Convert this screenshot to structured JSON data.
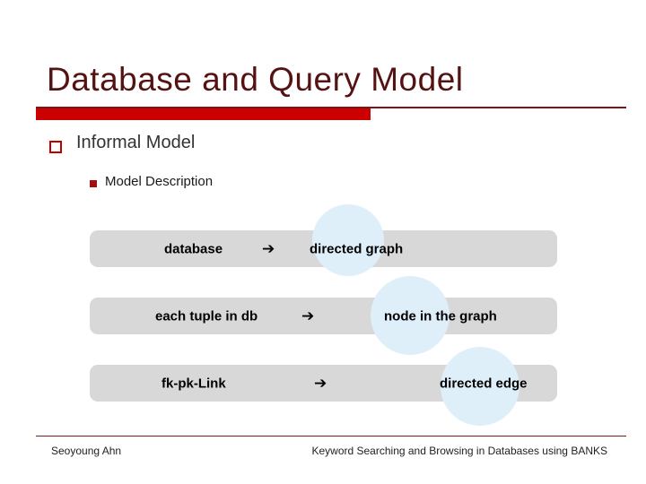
{
  "slide": {
    "title": "Database and Query Model",
    "bullet": "Informal Model",
    "sub_bullet": "Model Description",
    "arrow_glyph": "➔",
    "rows": [
      {
        "label": "database",
        "result": "directed graph"
      },
      {
        "label": "each tuple in db",
        "result": "node in the graph"
      },
      {
        "label": "fk-pk-Link",
        "result": "directed edge"
      }
    ],
    "footer": {
      "author": "Seoyoung Ahn",
      "deck_title": "Keyword Searching and Browsing in Databases using BANKS"
    },
    "colors": {
      "title_text": "#551212",
      "accent_bar": "#cc0000",
      "title_rule": "#801515",
      "box_background": "#d8d8d8",
      "circle_background": "#deeff9",
      "bullet_outline": "#c00000",
      "sub_bullet_fill": "#a01010",
      "footer_rule": "#7a1a1a"
    }
  }
}
